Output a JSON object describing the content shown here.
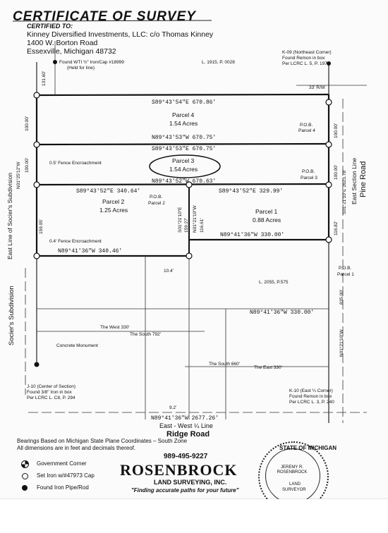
{
  "header": {
    "title": "CERTIFICATE OF SURVEY",
    "certified_to": "CERTIFIED TO:",
    "client_line1": "Kinney Diversified Investments, LLC: c/o Thomas Kinney",
    "client_line2": "1400 W. Borton Road",
    "client_line3": "Essexville, Michigan 48732"
  },
  "notes": {
    "found_wti": "Found WTI ½\" Iron/Cap #18999",
    "held_for_line": "(Held for line)",
    "liber_1915": "L. 1915, P. 0028",
    "k09_1": "K-09 (Northeast Corner)",
    "k09_2": "Found Remon in box",
    "k09_3": "Per LCRC L. 5, P. 197",
    "row": "33' R/W",
    "liber_2055": "L. 2055, P.575",
    "j10_1": "J-10 (Center of Section)",
    "j10_2": "Found 3/8\" Iron in box",
    "j10_3": "Per LCRC L. C8, P. 294",
    "k10_1": "K-10 (East ¼ Corner)",
    "k10_2": "Found Remon in box",
    "k10_3": "Per LCRC L. 3, P. 240",
    "concrete": "Concrete Monument",
    "fence1": "0.5' Fence Encroachment",
    "fence2": "0.4' Fence Encroachment",
    "the_west": "The West 330'",
    "the_south792": "The South 792'",
    "the_south660": "The South 660'",
    "the_east": "The East 330'",
    "d104": "10.4'",
    "d92": "9.2'"
  },
  "parcels": {
    "p4_name": "Parcel 4",
    "p4_area": "1.54 Acres",
    "p3_name": "Parcel 3",
    "p3_area": "1.54 Acres",
    "p2_name": "Parcel 2",
    "p2_area": "1.25 Acres",
    "p1_name": "Parcel 1",
    "p1_area": "0.88 Acres",
    "pob": "P.O.B.",
    "pob_p4": "Parcel 4",
    "pob_p3": "Parcel 3",
    "pob_p2": "Parcel 2",
    "pob_p1": "Parcel 1"
  },
  "bearings": {
    "b1": "S89°43'54\"E   670.86'",
    "b2": "N89°43'53\"W   670.75'",
    "b3": "S89°43'53\"E   670.75'",
    "b4": "N89°43'52\"W   670.63'",
    "b5": "S89°43'52\"E   340.64'",
    "b6": "S89°43'52\"E   329.99'",
    "b7": "N89°41'36\"W   330.00'",
    "b8": "N89°41'36\"W   340.46'",
    "b9": "N89°41'36\"W   330.00'",
    "b10": "N89°41'36\"W   2677.26'",
    "v1": "131.60'",
    "v2": "100.00'",
    "v3": "100.00'",
    "v4": "N01°25'12\"W",
    "v5": "159.05'",
    "v6": "S01°21'10\"E",
    "v7": "159.27'",
    "v8": "N01°21'10\"W",
    "v9": "116.61'",
    "v10": "100.00'",
    "v11": "100.00'",
    "v12": "116.82'",
    "v13": "S01°21'10\"E   2623.78'",
    "v14": "835.00'",
    "v15": "N01°21'10\"W"
  },
  "roads": {
    "east_section": "East Section Line",
    "pine": "Pine Road",
    "east_line": "East Line of Socier's Subdivision",
    "socier": "Socier's Subdivision",
    "ew_line": "East - West ¼ Line",
    "ridge": "Ridge Road"
  },
  "footer": {
    "bearings_note": "Bearings Based on Michigan State Plane Coordinates – South Zone",
    "dims_note": "All dimensions are in feet and decimals thereof.",
    "legend_gov": "Government Corner",
    "legend_set": "Set Iron w/#47973 Cap",
    "legend_found": "Found Iron Pipe/Rod",
    "phone": "989-495-9227",
    "company": "ROSENBROCK",
    "company_sub": "LAND SURVEYING, INC.",
    "slogan": "\"Finding accurate paths for your future\"",
    "seal_state": "STATE OF MICHIGAN",
    "seal_name": "JEREMY R. ROSENBROCK",
    "seal_land": "LAND",
    "seal_surveyor": "SURVEYOR"
  }
}
